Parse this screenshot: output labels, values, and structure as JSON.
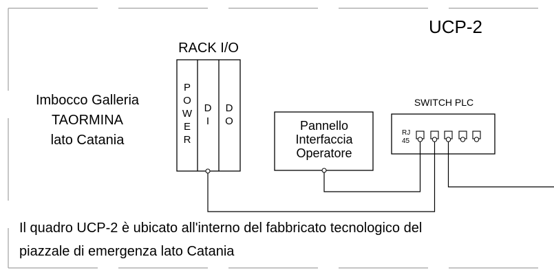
{
  "panel_title": "UCP-2",
  "location": {
    "line1": "Imbocco Galleria",
    "line2": "TAORMINA",
    "line3": "lato Catania"
  },
  "rack": {
    "title": "RACK I/O",
    "power_letters": [
      "P",
      "O",
      "W",
      "E",
      "R"
    ],
    "di_letters": [
      "D",
      "I"
    ],
    "do_letters": [
      "D",
      "O"
    ]
  },
  "operator_panel": {
    "line1": "Pannello",
    "line2": "Interfaccia",
    "line3": "Operatore"
  },
  "switch": {
    "title": "SWITCH PLC",
    "port_label_line1": "RJ",
    "port_label_line2": "45",
    "port_count": 5
  },
  "description": {
    "line1": "Il quadro UCP-2 è ubicato all'interno del fabbricato tecnologico del",
    "line2": "piazzale di emergenza lato Catania"
  },
  "colors": {
    "stroke": "#000000",
    "frame": "#a0a0a0",
    "background": "#ffffff"
  }
}
